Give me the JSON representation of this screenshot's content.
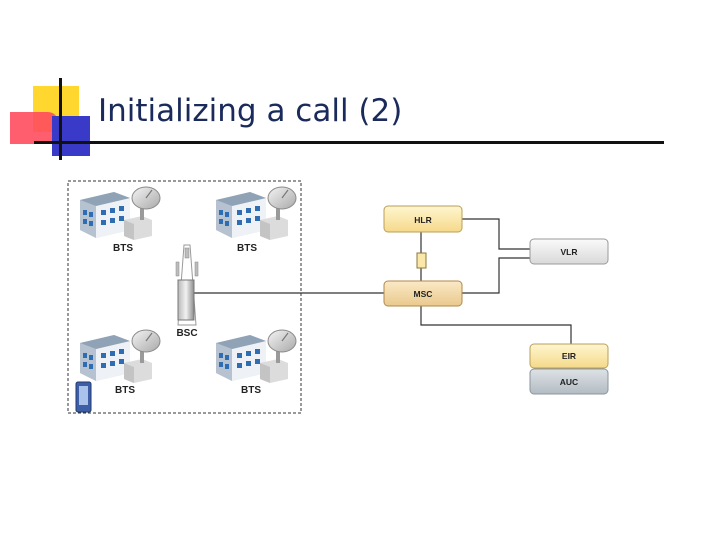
{
  "slide": {
    "title": "Initializing a call (2)"
  },
  "network": {
    "bts_label": "BTS",
    "bsc_label": "BSC",
    "nodes": {
      "hlr": "HLR",
      "vlr": "VLR",
      "msc": "MSC",
      "eir": "EIR",
      "auc": "AUC"
    }
  },
  "colors": {
    "title_text": "#1a2a5a",
    "box_yellow": "#fbe7a8",
    "box_tan": "#f1d7a6",
    "box_gray": "#e6e6e6",
    "box_slate": "#c8ced3"
  }
}
